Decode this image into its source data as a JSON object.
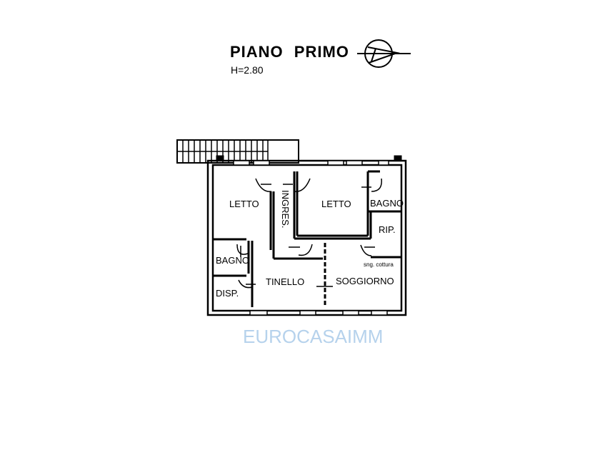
{
  "header": {
    "title": "PIANO PRIMO",
    "height": "H=2.80"
  },
  "rooms": {
    "letto_left": "LETTO",
    "ingresso": "INGRES.",
    "letto_right": "LETTO",
    "bagno_right": "BAGNO",
    "ripostiglio": "RIP.",
    "bagno_left": "BAGNO",
    "tinello": "TINELLO",
    "soggiorno": "SOGGIORNO",
    "disp": "DISP.",
    "angolo_cottura": "sng. cottura"
  },
  "watermark": {
    "text": "EUROCASAIMM",
    "color": "#9ec3e6"
  },
  "icons": {
    "north_arrow": "compass-north-arrow-icon"
  }
}
